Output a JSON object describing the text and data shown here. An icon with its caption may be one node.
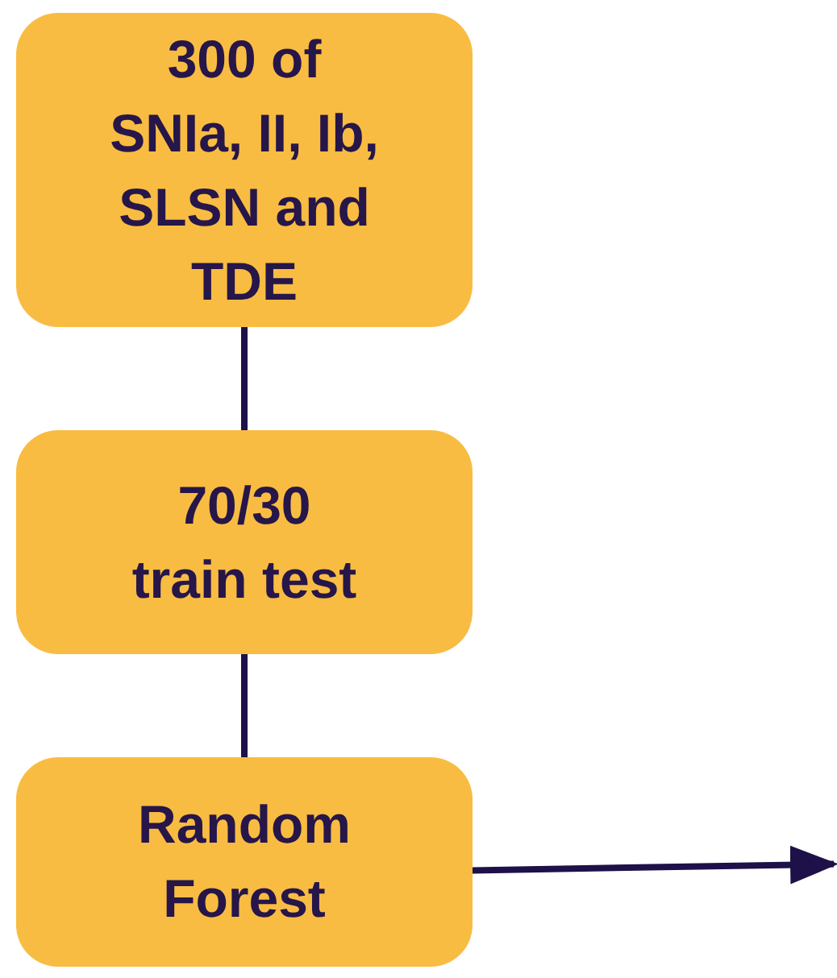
{
  "diagram": {
    "nodes": [
      {
        "text": [
          "300 of SNIa, II, Ib, SLSN and TDE"
        ]
      },
      {
        "text": [
          "70/30 train test"
        ]
      },
      {
        "text": [
          "Random Forest"
        ]
      }
    ],
    "edges": [
      {
        "from": 0,
        "to": 1,
        "arrow": "none"
      },
      {
        "from": 1,
        "to": 2,
        "arrow": "none"
      },
      {
        "from": 2,
        "to": null,
        "arrow": "to"
      }
    ]
  }
}
